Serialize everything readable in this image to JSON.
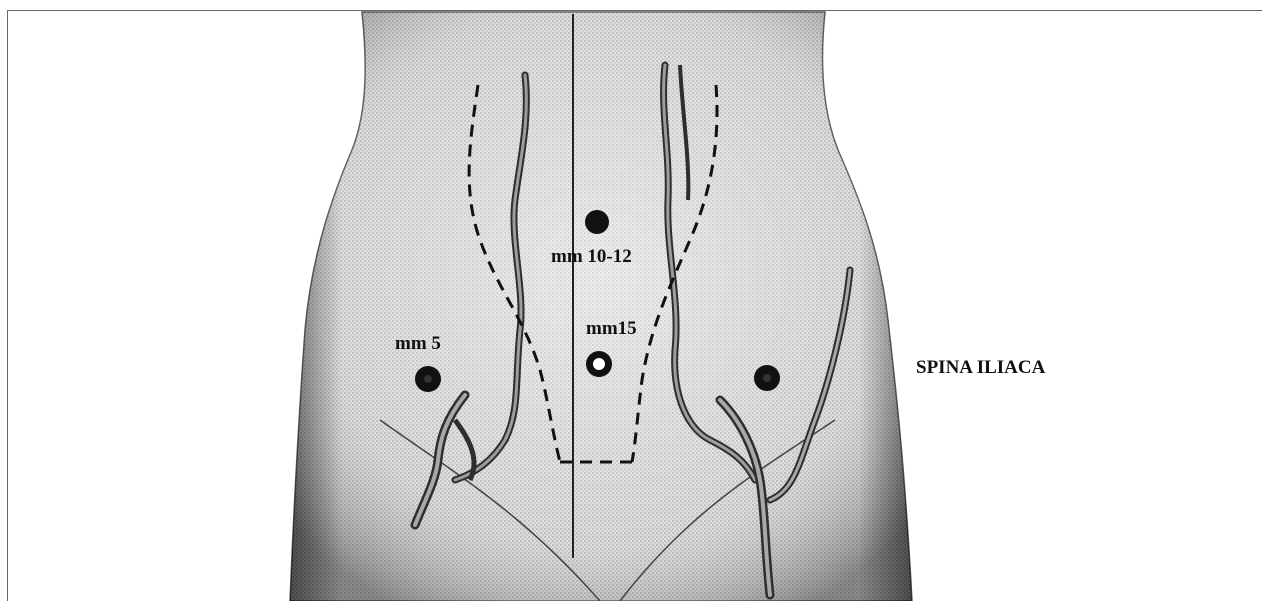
{
  "figure": {
    "description_icon": "abdomen-illustration",
    "labels": {
      "trocar_10_12": "mm 10-12",
      "trocar_15": "mm15",
      "trocar_5": "mm 5",
      "spina_iliaca": "SPINA ILIACA"
    },
    "colors": {
      "skin_light": "#e4e4e4",
      "skin_dark": "#8c8c8c",
      "line": "#2a2a2a",
      "port_fill": "#111111"
    }
  }
}
